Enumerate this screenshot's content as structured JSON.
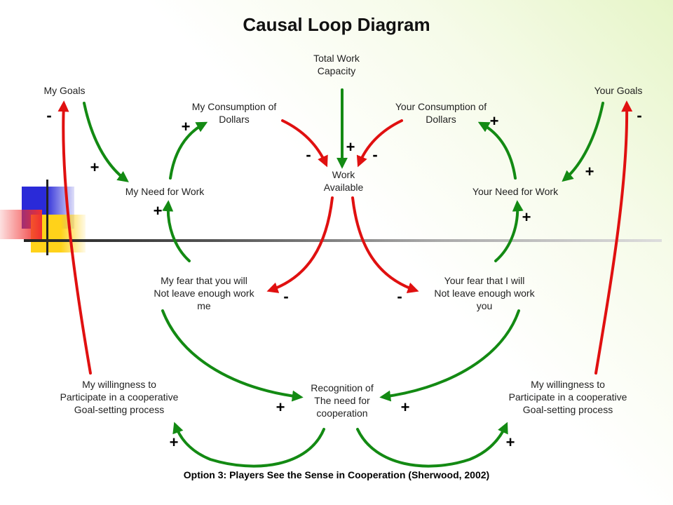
{
  "title": "Causal Loop Diagram",
  "footer": "Option 3: Players See the Sense in Cooperation (Sherwood, 2002)",
  "nodes": {
    "total_work_capacity": "Total Work\nCapacity",
    "my_goals": "My Goals",
    "your_goals": "Your Goals",
    "my_consumption": "My Consumption of\nDollars",
    "your_consumption": "Your Consumption of\nDollars",
    "work_available": "Work\nAvailable",
    "my_need": "My Need for Work",
    "your_need": "Your Need for Work",
    "my_fear": "My fear that you will\nNot leave enough work\nme",
    "your_fear": "Your fear that I will\nNot leave enough work\nyou",
    "my_willingness": "My willingness to\nParticipate in a cooperative\nGoal-setting process",
    "recognition": "Recognition of\nThe need for\ncooperation",
    "your_willingness": "My willingness to\nParticipate in a cooperative\nGoal-setting process"
  },
  "signs": {
    "my_goals_loop": "-",
    "your_goals_loop": "-",
    "my_consumption_in": "+",
    "your_consumption_in": "+",
    "my_consumption_out": "-",
    "total_capacity_out": "+",
    "your_consumption_out": "-",
    "my_goals_out": "+",
    "your_goals_out": "+",
    "my_fear_out": "+",
    "your_fear_out": "+",
    "work_to_my_fear": "-",
    "work_to_your_fear": "-",
    "my_fear_to_recognition": "+",
    "your_fear_to_recognition": "+",
    "recognition_to_my_willingness": "+",
    "recognition_to_your_willingness": "+"
  },
  "colors": {
    "positive_link": "#138a13",
    "negative_link": "#e01010",
    "deco_blue": "#2a2ad8",
    "deco_yellow": "#ffd21a",
    "deco_red": "#f03030"
  }
}
